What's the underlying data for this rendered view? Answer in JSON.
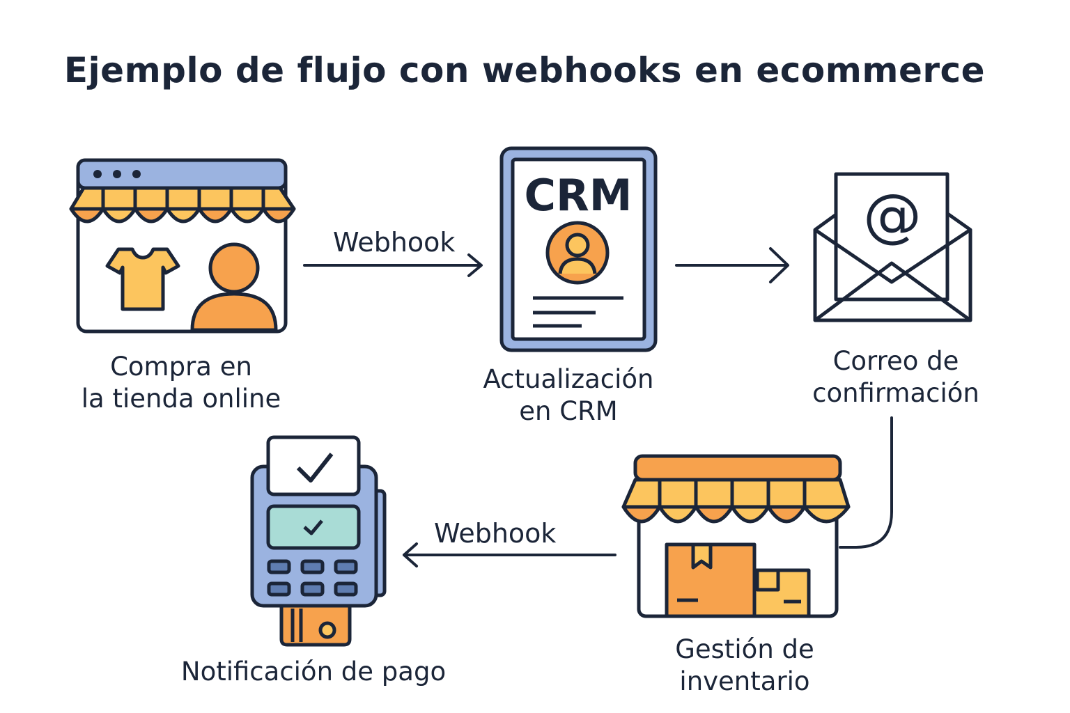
{
  "title": "Ejemplo de flujo con webhooks en ecommerce",
  "colors": {
    "navy": "#1b2538",
    "orange": "#f7a24d",
    "yellow": "#fcc55e",
    "blue": "#9bb3e0",
    "teal": "#a9dcd6",
    "white": "#ffffff"
  },
  "nodes": {
    "shop": {
      "icon": "online-store-icon",
      "label_line1": "Compra en",
      "label_line2": "la tienda online"
    },
    "crm": {
      "icon": "crm-document-icon",
      "icon_text": "CRM",
      "label_line1": "Actualización",
      "label_line2": "en CRM"
    },
    "email": {
      "icon": "email-envelope-icon",
      "icon_text": "@",
      "label_line1": "Correo de",
      "label_line2": "confirmación"
    },
    "inventory": {
      "icon": "warehouse-store-icon",
      "label_line1": "Gestión de",
      "label_line2": "inventario"
    },
    "payment": {
      "icon": "payment-terminal-icon",
      "label": "Notificación de pago"
    }
  },
  "edges": {
    "shop_to_crm": "Webhook",
    "inventory_to_payment": "Webhook"
  }
}
